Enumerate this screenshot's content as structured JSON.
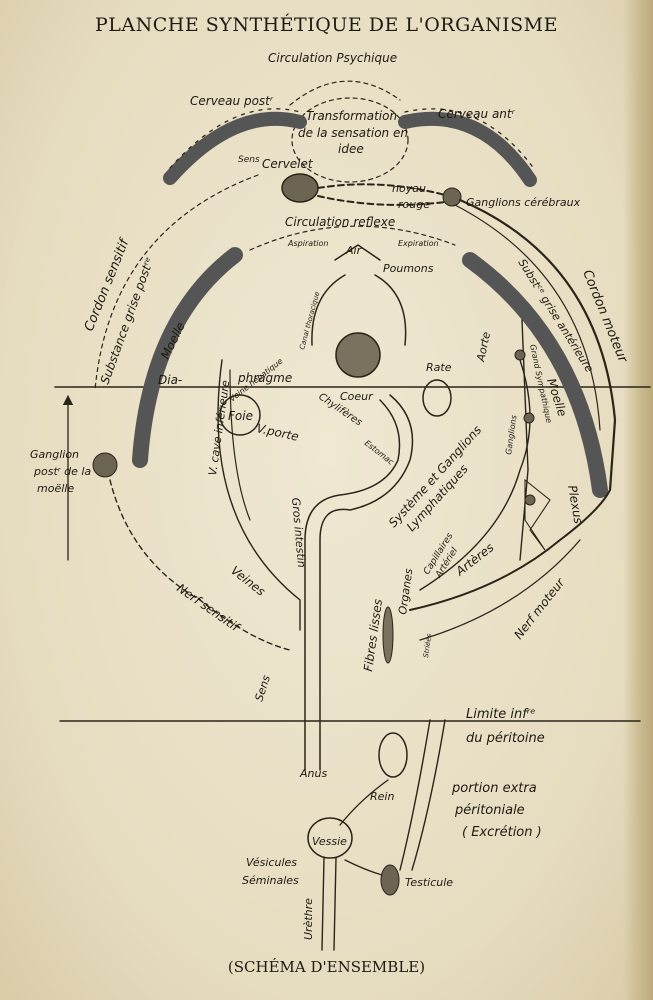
{
  "title": "PLANCHE SYNTHÉTIQUE DE L'ORGANISME",
  "caption": "(SCHÉMA D'ENSEMBLE)",
  "labels": {
    "circulation_psychique": "Circulation Psychique",
    "cerveau_post": "Cerveau postʳ",
    "cerveau_ant": "Cerveau antʳ",
    "transformation_1": "Transformation",
    "transformation_2": "de la sensation en",
    "transformation_3": "idee",
    "sens_top": "Sens",
    "cervelet": "Cervelet",
    "noyau": "noyau",
    "rouge": "rouge",
    "ganglions_cerebraux": "Ganglions cérébraux",
    "circulation_reflexe": "Circulation reflexe",
    "aspiration": "Aspiration",
    "air": "Air",
    "expiration": "Expiration",
    "poumons": "Poumons",
    "cordon_sensitif": "Cordon sensitif",
    "substance_grise_post": "Substance grise postʳᵉ",
    "moelle_left": "Moelle",
    "cordon_moteur": "Cordon moteur",
    "subst_grise_ant": "Substᶜᵉ grise antérieure",
    "moelle_right": "Moelle",
    "dia": "Dia-",
    "phragme": "phragme",
    "canal_thoracique": "Canal thoracique",
    "v_cave": "V. cave inférieure",
    "veine_hepatique": "Veine hépatique",
    "foie": "Foie",
    "v_porte": "V.porte",
    "chyliferes": "Chylifères",
    "coeur": "Coeur",
    "rate": "Rate",
    "aorte": "Aorte",
    "estomac": "Estomac",
    "grand_sympathique": "Grand Sympathique",
    "ganglions": "Ganglions",
    "ganglion_post_1": "Ganglion",
    "ganglion_post_2": "postʳ de la",
    "ganglion_post_3": "moëlle",
    "systeme_1": "Système et Ganglions",
    "systeme_2": "Lymphatiques",
    "gros_intestin": "Gros intestin",
    "capillaires": "Capillaires",
    "arteriel": "Artériel",
    "arteres": "Artères",
    "plexus": "Plexus",
    "veines": "Veines",
    "nerf_sensitif": "Nerf sensitif",
    "organes": "Organes",
    "nerf_moteur": "Nerf moteur",
    "fibres_lisses": "Fibres lisses",
    "striees": "Striées",
    "sens_bottom": "Sens",
    "limite_1": "Limite infʳᵉ",
    "limite_2": "du péritoine",
    "anus": "Anus",
    "rein": "Rein",
    "portion_1": "portion extra",
    "portion_2": "péritoniale",
    "portion_3": "( Excrétion )",
    "vessie": "Vessie",
    "vesicules_1": "Vésicules",
    "vesicules_2": "Séminales",
    "testicule": "Testicule",
    "urethre": "Urèthre"
  }
}
